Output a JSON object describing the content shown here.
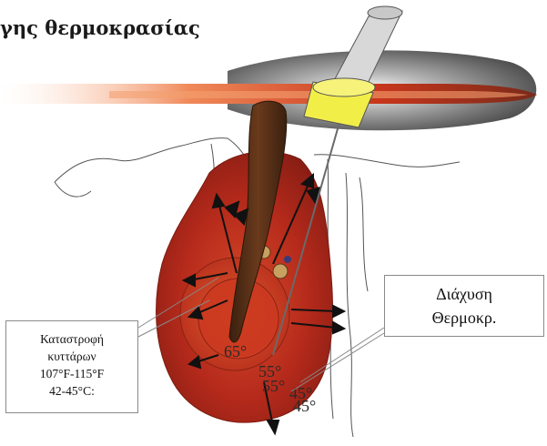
{
  "title": "γης θερμοκρασίας",
  "callout_left": {
    "line1": "Καταστροφή",
    "line2": "κυττάρων",
    "line3": "107°F-115°F",
    "line4": "42-45°C:"
  },
  "callout_right": {
    "line1": "Διάχυση",
    "line2": "Θερμοκρ."
  },
  "temperature_labels": [
    "65°",
    "55°",
    "55°",
    "45°",
    "45°"
  ],
  "colors": {
    "beam_red": "#c8371c",
    "follicle_red": "#b5291b",
    "core_red": "#c8321c",
    "hair_brown": "#4a2a14",
    "probe_yellow": "#f2ee48",
    "probe_gray": "#d8d8d8"
  }
}
